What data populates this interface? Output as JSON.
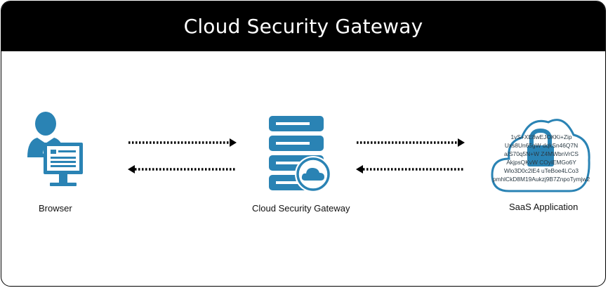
{
  "header": {
    "title": "Cloud Security Gateway"
  },
  "nodes": {
    "browser": {
      "label": "Browser"
    },
    "gateway": {
      "label": "Cloud Security Gateway"
    },
    "saas": {
      "label": "SaaS Application",
      "cipher_lines": [
        "1vS+XE8wEJOKKi+Zip",
        "Uxs8Un65gW   dqkSn46Q7N",
        "a/S70q5N+W   Z4MWbnVrCS",
        "AkjpsQKvW   COyiEMGo6Y",
        "Wlo3D0c2lE4   uTeBoe4LCo3",
        "pmhlCkD8M19Aukzj9B7ZnpoTymjw2"
      ]
    }
  },
  "colors": {
    "accent": "#2a83b4",
    "header_bg": "#000000",
    "header_text": "#ffffff",
    "arrow": "#000000"
  },
  "icons": {
    "browser": "user-at-monitor-icon",
    "gateway": "server-stack-cloud-icon",
    "saas": "cloud-lock-icon"
  }
}
